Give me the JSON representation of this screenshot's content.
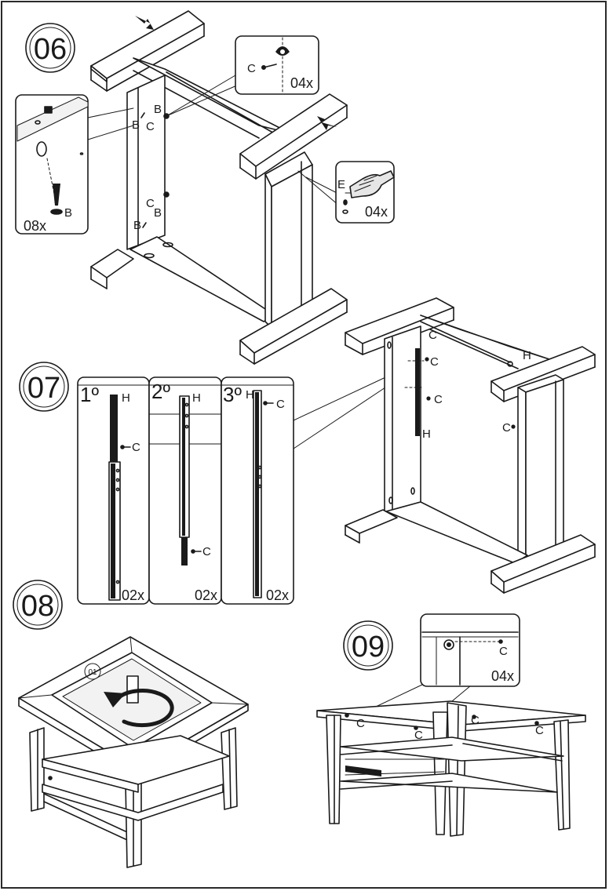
{
  "steps": [
    {
      "number": "06"
    },
    {
      "number": "07"
    },
    {
      "number": "08"
    },
    {
      "number": "09"
    }
  ],
  "step06": {
    "detail_screw": {
      "quantity": "08x",
      "part": "B"
    },
    "detail_cam": {
      "quantity": "04x",
      "part": "C"
    },
    "detail_glue": {
      "quantity": "04x",
      "part": "E"
    },
    "labels": {
      "b1": "B",
      "b2": "B",
      "b3": "B",
      "b4": "B",
      "c1": "C",
      "c2": "C"
    }
  },
  "step07": {
    "panels": [
      {
        "ordinal": "1º",
        "top_label": "H",
        "side_label": "C",
        "quantity": "02x"
      },
      {
        "ordinal": "2º",
        "top_label": "H",
        "side_label": "C",
        "quantity": "02x"
      },
      {
        "ordinal": "3º",
        "top_label": "H",
        "side_label": "C",
        "quantity": "02x"
      }
    ],
    "labels": {
      "c1": "C",
      "c2": "C",
      "c3": "C",
      "h1": "H",
      "h2": "H"
    }
  },
  "step08": {
    "part_badge": "01"
  },
  "step09": {
    "detail": {
      "quantity": "04x",
      "part": "C"
    },
    "labels": {
      "c1": "C",
      "c2": "C",
      "c3": "C",
      "c4": "C"
    }
  },
  "colors": {
    "line": "#1a1a1a",
    "background": "#ffffff",
    "panel_fill": "#f2f2f2"
  }
}
